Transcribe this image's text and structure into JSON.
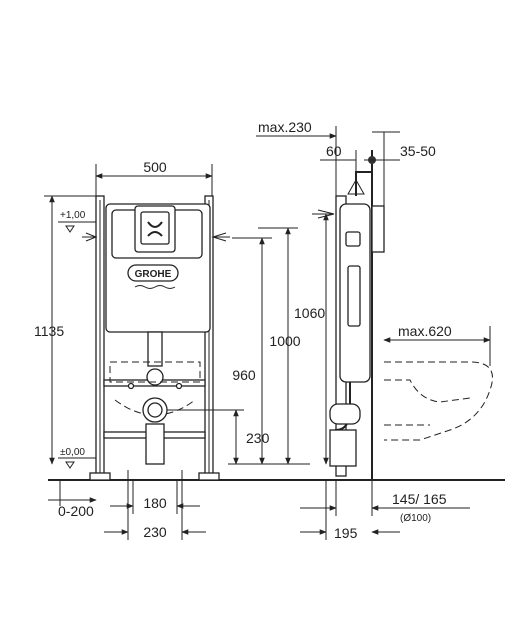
{
  "dimensions": {
    "width_frame": "500",
    "height_total": "1135",
    "level_top": "+1,00",
    "level_zero": "±0,00",
    "height_1060": "1060",
    "height_1000": "1000",
    "height_960": "960",
    "height_230": "230",
    "offset_0_200": "0-200",
    "width_180": "180",
    "width_230": "230",
    "max_230": "max.230",
    "dim_60": "60",
    "dim_35_50": "35-50",
    "max_620": "max.620",
    "dim_145_165": "145/ 165",
    "dia_100": "(Ø100)",
    "dim_195": "195"
  },
  "logo_text": "GROHE"
}
